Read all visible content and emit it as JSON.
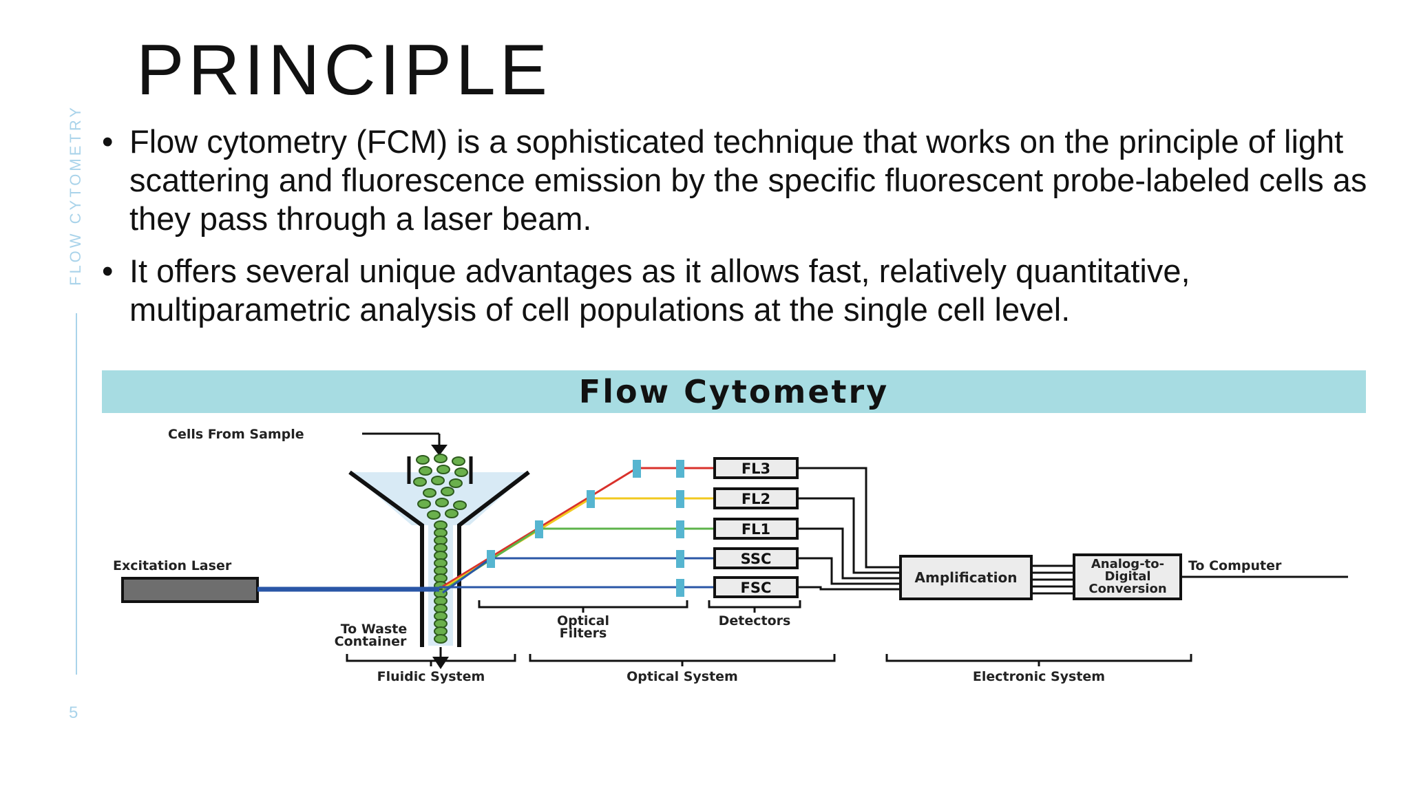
{
  "sidebar": {
    "label": "FLOW CYTOMETRY",
    "page_number": "5"
  },
  "title": "PRINCIPLE",
  "bullets": [
    {
      "text": "Flow cytometry (FCM) is a sophisticated technique that works on the principle of light scattering and fluorescence emission by the specific fluorescent probe-labeled cells as they pass through a laser beam."
    },
    {
      "text": "It offers several unique advantages as it allows fast, relatively quantitative, multiparametric analysis of cell populations at the single cell level."
    }
  ],
  "diagram": {
    "heading": "Flow Cytometry",
    "cells_from_sample": "Cells From Sample",
    "excitation_laser": "Excitation Laser",
    "waste_line1": "To Waste",
    "waste_line2": "Container",
    "optical_filters_line1": "Optical",
    "optical_filters_line2": "Filters",
    "detectors": "Detectors",
    "detector_labels": [
      "FL3",
      "FL2",
      "FL1",
      "SSC",
      "FSC"
    ],
    "amplification": "Amplification",
    "adc_line1": "Analog-to-",
    "adc_line2": "Digital",
    "adc_line3": "Conversion",
    "to_computer": "To Computer",
    "fluidic_system": "Fluidic System",
    "optical_system": "Optical System",
    "electronic_system": "Electronic System",
    "colors": {
      "banner": "#a7dce2",
      "laser": "#2a56a6",
      "fl3": "#d9312b",
      "fl2": "#f2c81f",
      "fl1": "#5db34a",
      "ssc": "#2a56a6",
      "filter": "#56b5d0",
      "cell": "#6ab04c"
    }
  }
}
